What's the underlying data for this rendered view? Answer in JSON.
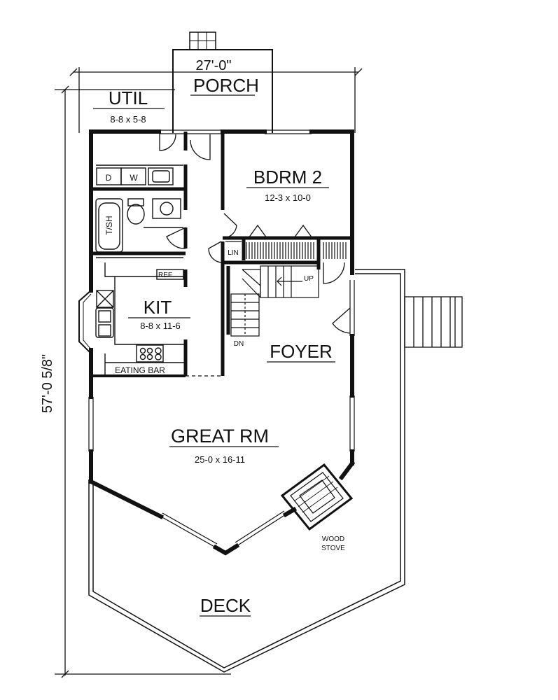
{
  "dimensions": {
    "width_label": "27'-0\"",
    "length_label": "57'-0 5/8\""
  },
  "rooms": {
    "porch": {
      "name": "PORCH"
    },
    "util": {
      "name": "UTIL",
      "dims": "8-8 x 5-8"
    },
    "bdrm2": {
      "name": "BDRM 2",
      "dims": "12-3 x 10-0"
    },
    "kit": {
      "name": "KIT",
      "dims": "8-8 x 11-6"
    },
    "foyer": {
      "name": "FOYER"
    },
    "great_rm": {
      "name": "GREAT RM",
      "dims": "25-0 x 16-11"
    },
    "deck": {
      "name": "DECK"
    }
  },
  "fixtures": {
    "dryer": "D",
    "washer": "W",
    "tub_shower": "T/SH",
    "linen": "LIN",
    "refrigerator": "REF",
    "eating_bar": "EATING BAR",
    "stair_up": "UP",
    "stair_down": "DN",
    "wood_stove_line1": "WOOD",
    "wood_stove_line2": "STOVE"
  }
}
